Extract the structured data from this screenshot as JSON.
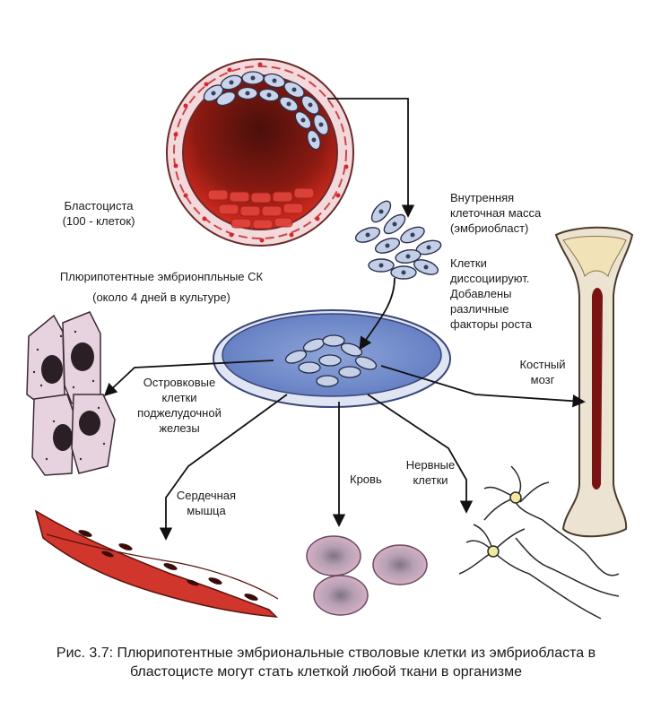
{
  "labels": {
    "blastocyst_name": "Бластоциста",
    "blastocyst_count": "(100 - клеток)",
    "inner_mass_1": "Внутренняя",
    "inner_mass_2": "клеточная масса",
    "inner_mass_3": "(эмбриобласт)",
    "dissociate_1": "Клетки",
    "dissociate_2": "диссоциируют.",
    "dissociate_3": "Добавлены",
    "dissociate_4": "различные",
    "dissociate_5": "факторы роста",
    "pluri_1": "Плюрипотентные эмбрионпльные СК",
    "pluri_2": "(около 4 дней в культуре)",
    "islet_1": "Островковые",
    "islet_2": "клетки",
    "islet_3": "поджелудочной",
    "islet_4": "железы",
    "marrow_1": "Костный",
    "marrow_2": "мозг",
    "heart_1": "Сердечная",
    "heart_2": "мышца",
    "blood": "Кровь",
    "nerve_1": "Нервные",
    "nerve_2": "клетки"
  },
  "caption": {
    "line1": "Рис. 3.7: Плюрипотентные эмбриональные стволовые клетки из эмбриобласта в",
    "line2": "бластоцисте могут стать клеткой любой ткани в организме"
  }
}
